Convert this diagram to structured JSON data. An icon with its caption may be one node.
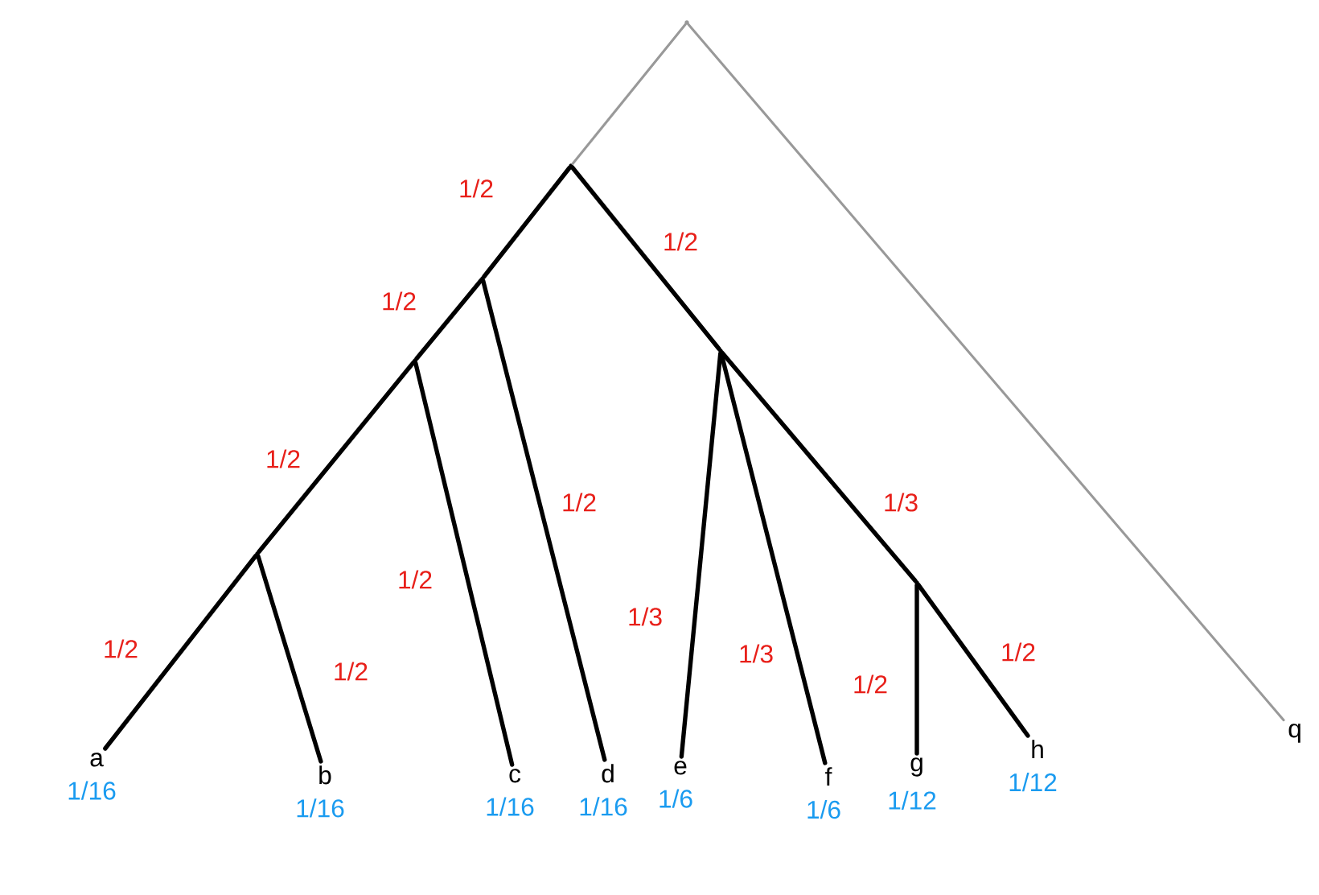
{
  "diagram": {
    "nodes": [
      {
        "text": [],
        "shape": "point"
      },
      {
        "text": [],
        "shape": "point"
      },
      {
        "text": [],
        "shape": "point"
      },
      {
        "text": [],
        "shape": "point"
      },
      {
        "text": [],
        "shape": "point"
      },
      {
        "text": [
          "a"
        ],
        "beside": [
          "1/16"
        ]
      },
      {
        "text": [
          "b"
        ],
        "beside": [
          "1/16"
        ]
      },
      {
        "text": [
          "c"
        ],
        "beside": [
          "1/16"
        ]
      },
      {
        "text": [
          "d"
        ],
        "beside": [
          "1/16"
        ]
      },
      {
        "text": [],
        "shape": "point"
      },
      {
        "text": [
          "e"
        ],
        "beside": [
          "1/6"
        ]
      },
      {
        "text": [
          "f"
        ],
        "beside": [
          "1/6"
        ]
      },
      {
        "text": [],
        "shape": "point"
      },
      {
        "text": [
          "g"
        ],
        "beside": [
          "1/12"
        ]
      },
      {
        "text": [
          "h"
        ],
        "beside": [
          "1/12"
        ]
      },
      {
        "text": [
          "q"
        ]
      }
    ],
    "edges": [
      {
        "from": 0,
        "to": 1,
        "arrow": "none",
        "color": "#999999"
      },
      {
        "from": 0,
        "to": 15,
        "arrow": "none",
        "color": "#999999"
      },
      {
        "from": 1,
        "to": 2,
        "arrow": "none",
        "label": "1/2"
      },
      {
        "from": 2,
        "to": 3,
        "arrow": "none",
        "label": "1/2"
      },
      {
        "from": 3,
        "to": 4,
        "arrow": "none",
        "label": "1/2"
      },
      {
        "from": 4,
        "to": 5,
        "arrow": "none",
        "label": "1/2"
      },
      {
        "from": 4,
        "to": 6,
        "arrow": "none",
        "label": "1/2"
      },
      {
        "from": 3,
        "to": 7,
        "arrow": "none",
        "label": "1/2"
      },
      {
        "from": 2,
        "to": 8,
        "arrow": "none",
        "label": "1/2"
      },
      {
        "from": 1,
        "to": 9,
        "arrow": "none",
        "label": "1/2"
      },
      {
        "from": 9,
        "to": 10,
        "arrow": "none",
        "label": "1/3"
      },
      {
        "from": 9,
        "to": 11,
        "arrow": "none",
        "label": "1/3"
      },
      {
        "from": 9,
        "to": 12,
        "arrow": "none",
        "label": "1/3"
      },
      {
        "from": 12,
        "to": 13,
        "arrow": "none",
        "label": "1/2"
      },
      {
        "from": 12,
        "to": 14,
        "arrow": "none",
        "label": "1/2"
      }
    ]
  }
}
